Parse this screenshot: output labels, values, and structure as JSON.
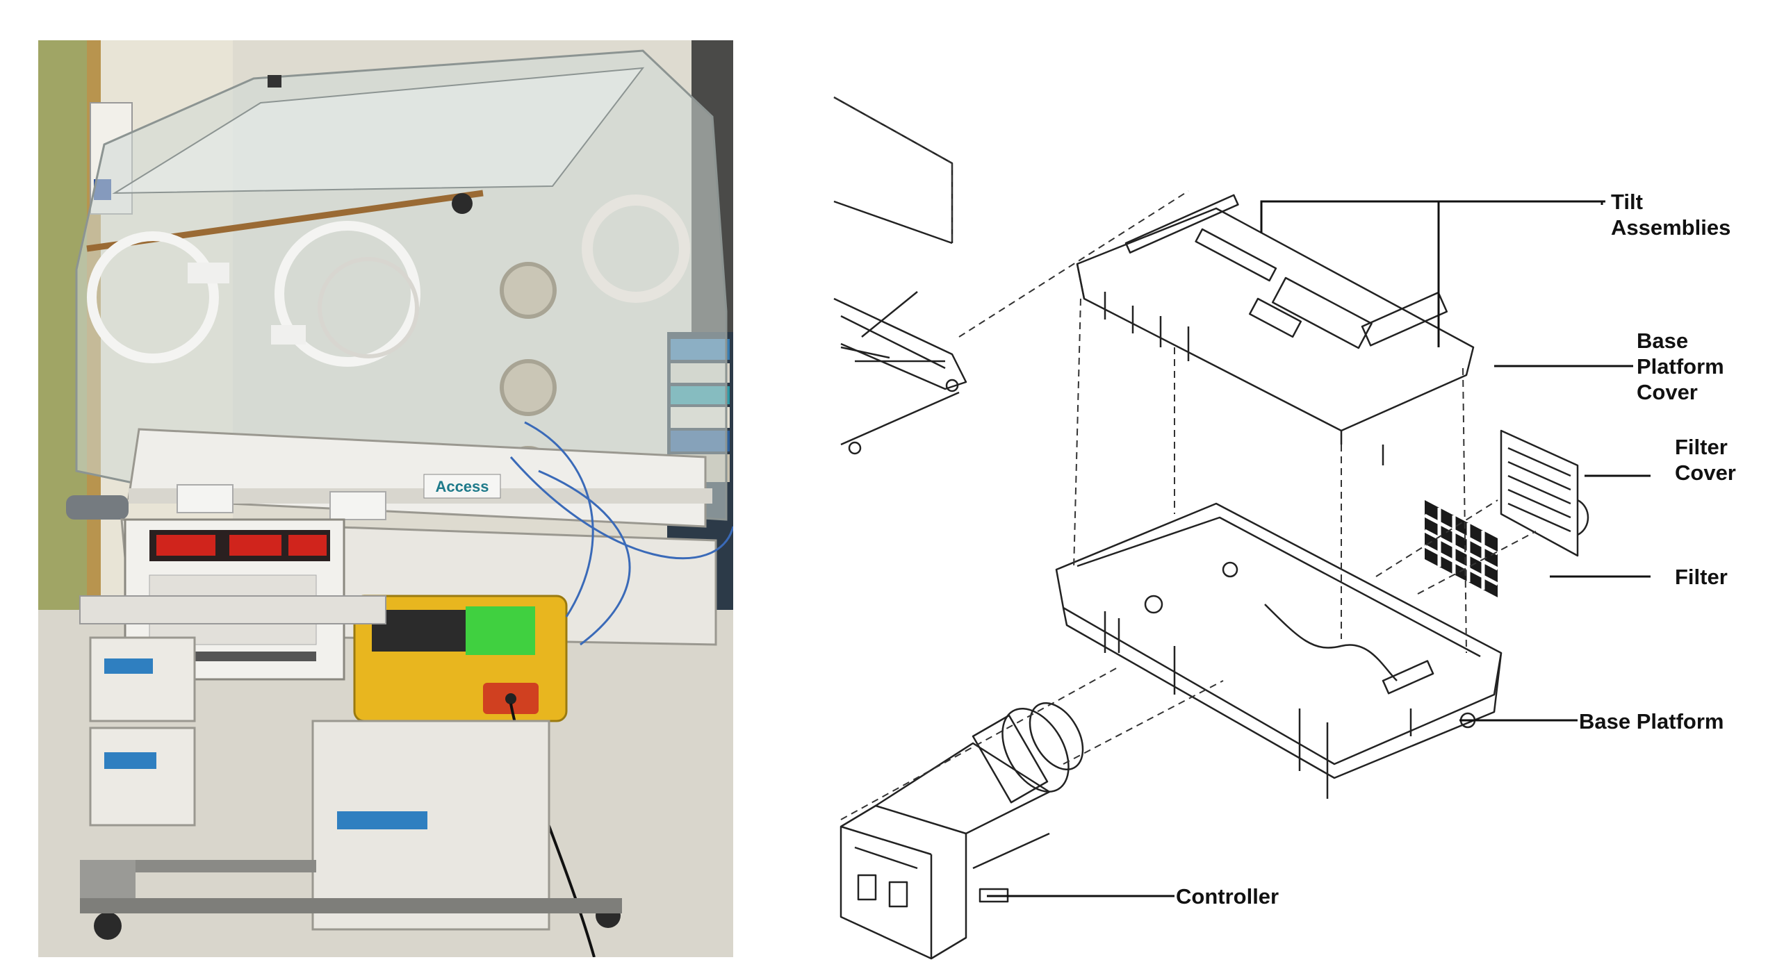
{
  "photo": {
    "device": "infant-incubator",
    "brand_plate": "Access"
  },
  "diagram": {
    "callouts": [
      {
        "id": "tilt",
        "label": "Tilt\nAssemblies"
      },
      {
        "id": "cover",
        "label": "Base\nPlatform\nCover"
      },
      {
        "id": "fcover",
        "label": "Filter\nCover"
      },
      {
        "id": "filter",
        "label": "Filter"
      },
      {
        "id": "base",
        "label": "Base Platform"
      },
      {
        "id": "controller",
        "label": "Controller"
      }
    ]
  },
  "colors": {
    "wall": "#9aa05e",
    "incubator_body": "#e6e4de",
    "display_red": "#d0241c",
    "analyzer_yellow": "#e8b61f",
    "analyzer_screen": "#40d040",
    "drawer_stripe": "#2f7fc0",
    "line": "#222222"
  }
}
